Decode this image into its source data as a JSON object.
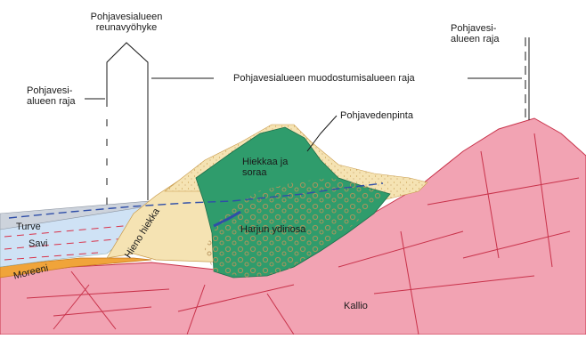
{
  "labels": {
    "edge_zone_line1": "Pohjavesialueen",
    "edge_zone_line2": "reunavyöhyke",
    "left_limit_line1": "Pohjavesi-",
    "left_limit_line2": "alueen raja",
    "right_limit_line1": "Pohjavesi-",
    "right_limit_line2": "alueen raja",
    "formation_limit": "Pohjavesialueen muodostumisalueen raja",
    "water_table": "Pohjavedenpinta",
    "gravel_line1": "Hiekkaa ja",
    "gravel_line2": "soraa",
    "esker_core": "Harjun ydinosa",
    "peat": "Turve",
    "clay": "Savi",
    "moraine": "Moreeni",
    "fine_sand": "Hieno hiekka",
    "bedrock": "Kallio"
  },
  "colors": {
    "bedrock": "#f2a3b3",
    "bedrock_lines": "#c8324a",
    "green": "#2f9c6c",
    "sand": "#f5e3b3",
    "clay": "#cfe2f5",
    "peat": "#cdd3dc",
    "moraine": "#f0a43a",
    "dashed_red": "#d8324a",
    "water_table": "#2f4ea8"
  }
}
